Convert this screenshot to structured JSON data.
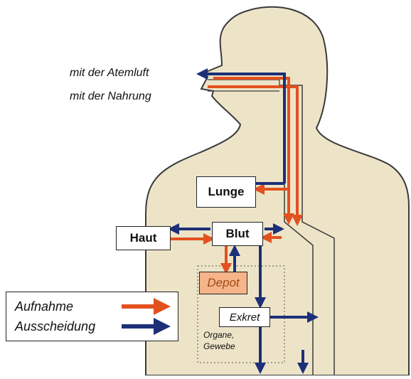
{
  "routes": {
    "breath": "mit der Atemluft",
    "food": "mit der Nahrung"
  },
  "organs": {
    "lung": "Lunge",
    "blood": "Blut",
    "skin": "Haut",
    "depot": "Depot",
    "excretion": "Exkret",
    "tissue_line1": "Organe,",
    "tissue_line2": "Gewebe"
  },
  "legend": {
    "intake": "Aufnahme",
    "excretion": "Ausscheidung"
  },
  "colors": {
    "intake_arrow": "#e2511f",
    "excretion_arrow": "#1c2f78",
    "body_fill": "#ede4c8",
    "depot_fill": "#f5b48a"
  }
}
